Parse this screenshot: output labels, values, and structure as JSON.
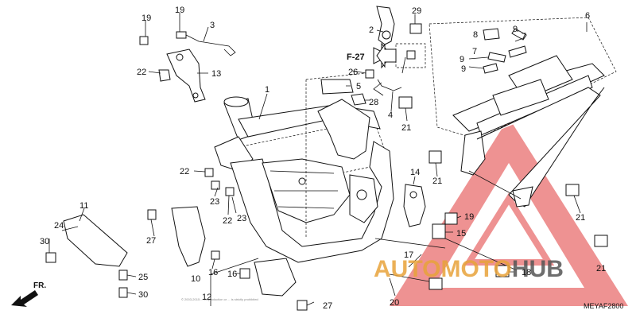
{
  "diagram": {
    "code": "MEYAF2800",
    "reference_label": "F-27",
    "direction_label": "FR.",
    "copyright": "© 2003-2015 ... Reproduction or ... is strictly prohibited",
    "watermark": {
      "part1": "AUTO",
      "part2": "MOTO",
      "part3": "HUB",
      "color_primary": "#e8a33a",
      "color_secondary": "#555555",
      "color_triangle": "#e24a4a"
    },
    "callouts": [
      {
        "id": "c1",
        "label": "1"
      },
      {
        "id": "c2",
        "label": "2"
      },
      {
        "id": "c3",
        "label": "3"
      },
      {
        "id": "c4",
        "label": "4"
      },
      {
        "id": "c5",
        "label": "5"
      },
      {
        "id": "c6",
        "label": "6"
      },
      {
        "id": "c7a",
        "label": "7"
      },
      {
        "id": "c7b",
        "label": "7"
      },
      {
        "id": "c8",
        "label": "8"
      },
      {
        "id": "c9a",
        "label": "9"
      },
      {
        "id": "c9b",
        "label": "9"
      },
      {
        "id": "c9c",
        "label": "9"
      },
      {
        "id": "c10",
        "label": "10"
      },
      {
        "id": "c11",
        "label": "11"
      },
      {
        "id": "c12",
        "label": "12"
      },
      {
        "id": "c13",
        "label": "13"
      },
      {
        "id": "c14",
        "label": "14"
      },
      {
        "id": "c15",
        "label": "15"
      },
      {
        "id": "c16a",
        "label": "16"
      },
      {
        "id": "c16b",
        "label": "16"
      },
      {
        "id": "c17",
        "label": "17"
      },
      {
        "id": "c18",
        "label": "18"
      },
      {
        "id": "c19a",
        "label": "19"
      },
      {
        "id": "c19b",
        "label": "19"
      },
      {
        "id": "c19c",
        "label": "19"
      },
      {
        "id": "c20",
        "label": "20"
      },
      {
        "id": "c21a",
        "label": "21"
      },
      {
        "id": "c21b",
        "label": "21"
      },
      {
        "id": "c21c",
        "label": "21"
      },
      {
        "id": "c21d",
        "label": "21"
      },
      {
        "id": "c22a",
        "label": "22"
      },
      {
        "id": "c22b",
        "label": "22"
      },
      {
        "id": "c22c",
        "label": "22"
      },
      {
        "id": "c23a",
        "label": "23"
      },
      {
        "id": "c23b",
        "label": "23"
      },
      {
        "id": "c24",
        "label": "24"
      },
      {
        "id": "c25",
        "label": "25"
      },
      {
        "id": "c26",
        "label": "26"
      },
      {
        "id": "c27a",
        "label": "27"
      },
      {
        "id": "c27b",
        "label": "27"
      },
      {
        "id": "c28",
        "label": "28"
      },
      {
        "id": "c29",
        "label": "29"
      },
      {
        "id": "c30a",
        "label": "30"
      },
      {
        "id": "c30b",
        "label": "30"
      }
    ]
  }
}
